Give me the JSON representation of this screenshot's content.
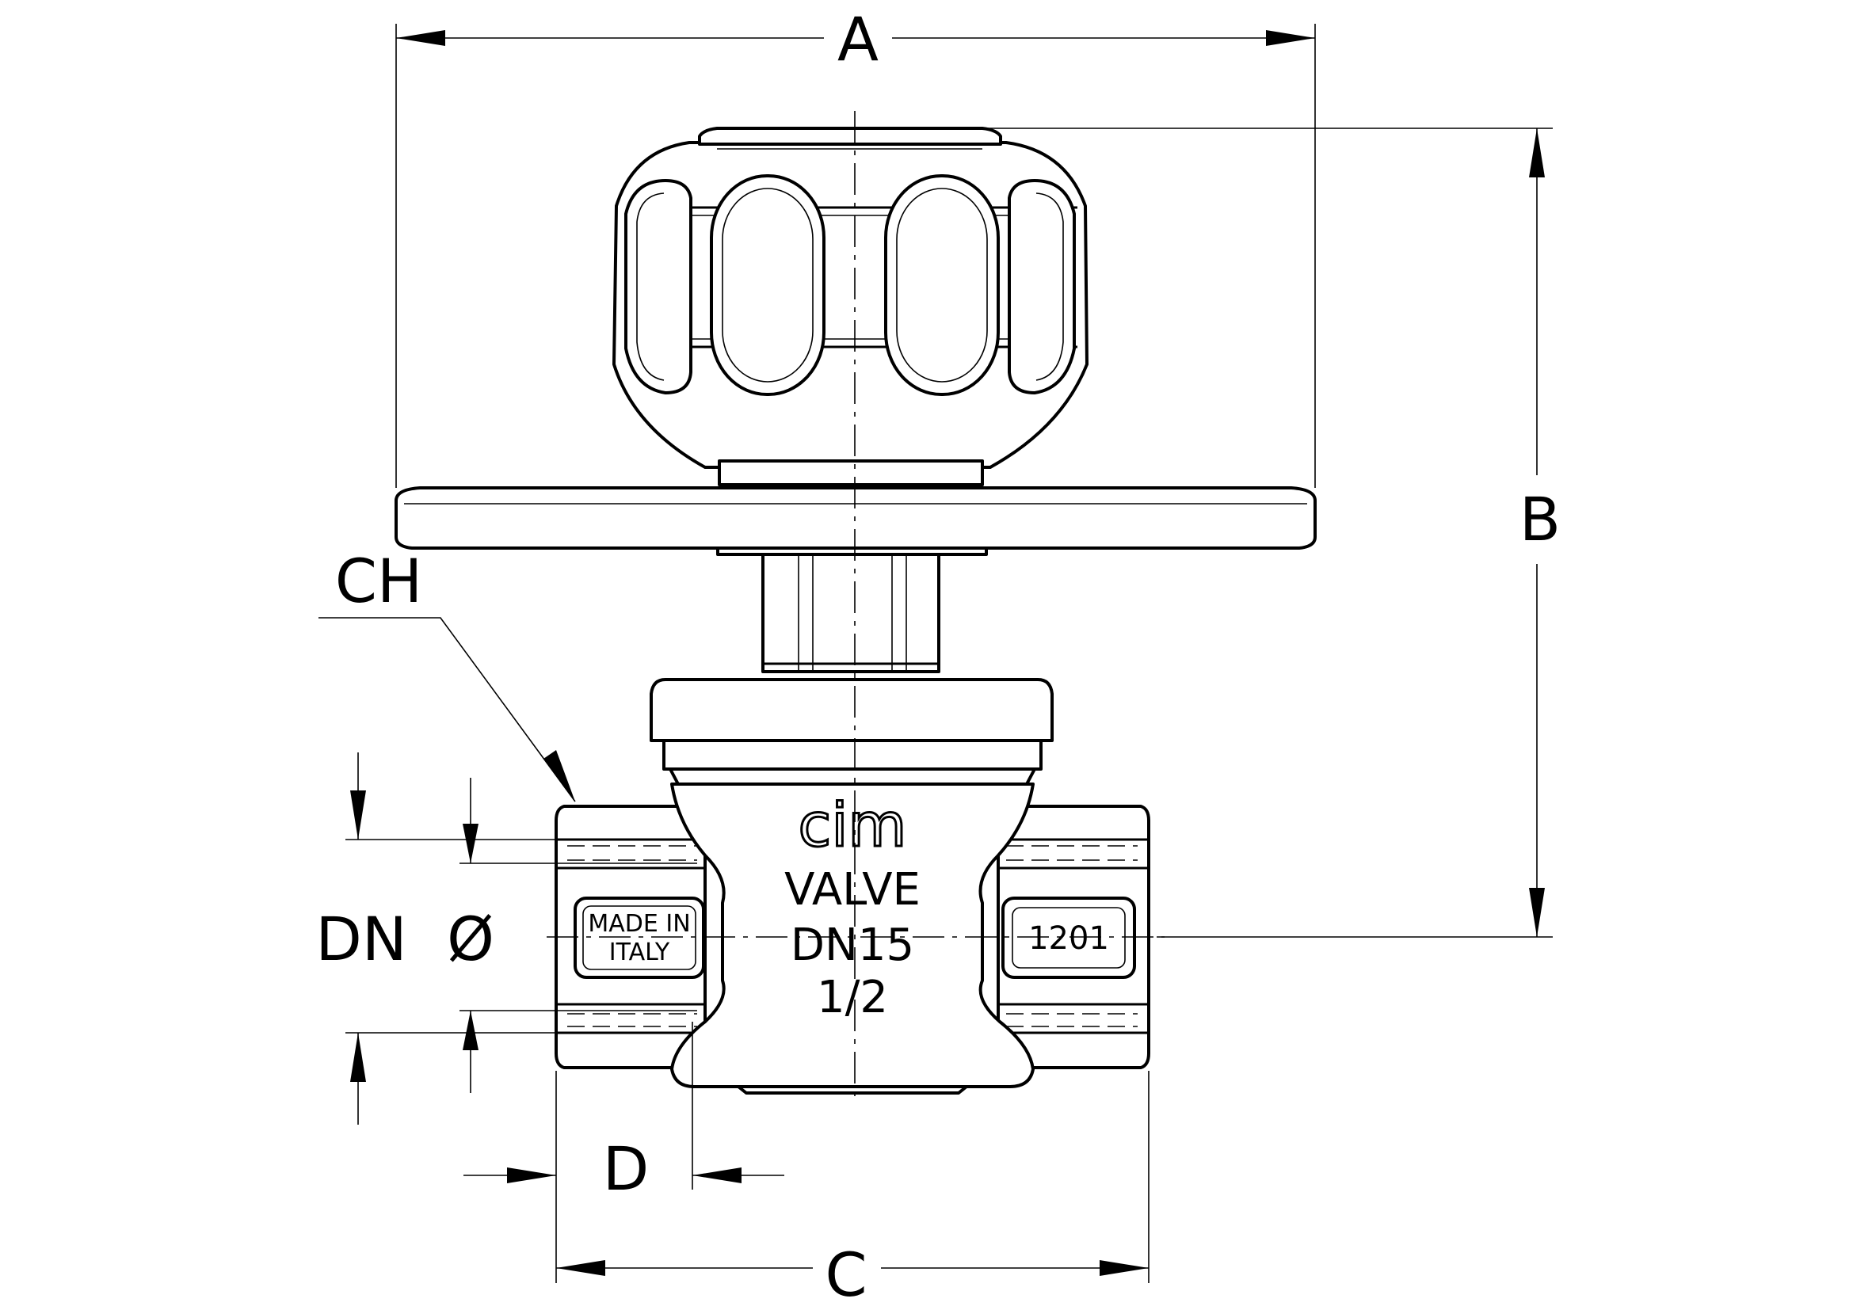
{
  "dimensions": {
    "a": "A",
    "b": "B",
    "c": "C",
    "d": "D",
    "ch": "CH",
    "dn": "DN",
    "diameter": "Ø"
  },
  "body_markings": {
    "brand": "cim",
    "line1": "VALVE",
    "line2": "DN15",
    "line3": "1/2",
    "origin_line1": "MADE IN",
    "origin_line2": "ITALY",
    "code": "1201"
  }
}
